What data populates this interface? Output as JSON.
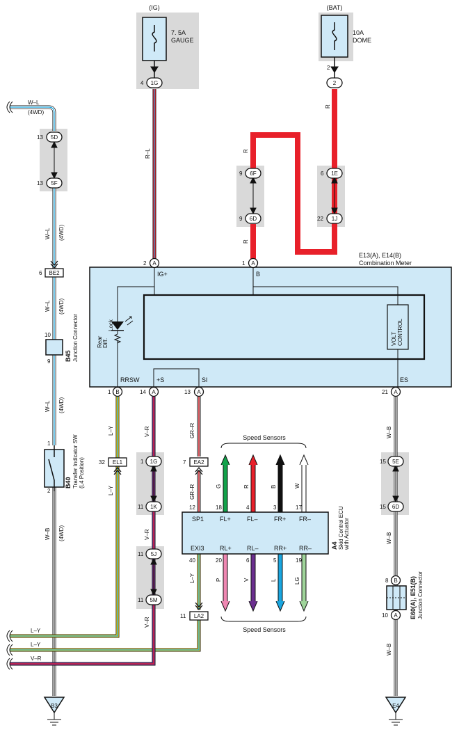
{
  "colors": {
    "red": "#e8202a",
    "blue": "#19a6e0",
    "light_blue_fill": "#cfe9f7",
    "yellow": "#f4d21c",
    "purple": "#6b2f8f",
    "pink": "#ef87b2",
    "green": "#12a24a",
    "lg": "#9fd49a",
    "gray_box": "#d9d9d9"
  },
  "power": {
    "ig": "(IG)",
    "bat": "(BAT)",
    "fuse_ig_line1": "7. 5A",
    "fuse_ig_line2": "GAUGE",
    "fuse_bat_line1": "10A",
    "fuse_bat_line2": "DOME"
  },
  "meter": {
    "title": "E13(A), E14(B)",
    "subtitle": "Combination Meter",
    "pin_ig": "IG+",
    "pin_b": "B",
    "pin_rrsw": "RRSW",
    "pin_s": "+S",
    "pin_si": "SI",
    "pin_es": "ES",
    "lamp_line1": "Rear",
    "lamp_line2": "Diff.",
    "lamp_line3": "Lock",
    "volt_line1": "VOLT",
    "volt_line2": "CONTROL"
  },
  "ecu": {
    "id": "A4",
    "name_line1": "Skid Control ECU",
    "name_line2": "with Actuator",
    "sensors_top": "Speed Sensors",
    "sensors_bottom": "Speed Sensors",
    "pin_sp1": "SP1",
    "pin_exi3": "EXI3",
    "pin_flp": "FL+",
    "pin_flm": "FL–",
    "pin_frp": "FR+",
    "pin_frm": "FR–",
    "pin_rlp": "RL+",
    "pin_rlm": "RL–",
    "pin_rrp": "RR+",
    "pin_rrm": "RR–",
    "n12": "12",
    "n18": "18",
    "n4": "4",
    "n3": "3",
    "n17": "17",
    "n40": "40",
    "n20": "20",
    "n6": "6",
    "n5": "5",
    "n19": "19",
    "w_g": "G",
    "w_r": "R",
    "w_b": "B",
    "w_w": "W",
    "w_p": "P",
    "w_v": "V",
    "w_l": "L",
    "w_lg": "LG"
  },
  "connectors": {
    "c1g_top": "1G",
    "c2": "2",
    "c5d": "5D",
    "c5f": "5F",
    "c6f": "6F",
    "c6d": "6D",
    "c1e": "1E",
    "c1j": "1J",
    "be2": "BE2",
    "a": "A",
    "b": "B",
    "el1": "EL1",
    "c1g": "1G",
    "c1k": "1K",
    "c5j": "5J",
    "c5m": "5M",
    "ea2": "EA2",
    "la2": "LA2",
    "c5e": "5E",
    "c6d_right": "6D",
    "b3": "B3",
    "e4": "E4"
  },
  "pins": {
    "p4": "4",
    "p2": "2",
    "p13a": "13",
    "p13b": "13",
    "p9a": "9",
    "p9b": "9",
    "p6": "6",
    "p22": "22",
    "p6be2": "6",
    "p2a": "2",
    "p1a": "1",
    "p10": "10",
    "p9j": "9",
    "p1sw": "1",
    "p2sw": "2",
    "p1b": "1",
    "p14a": "14",
    "p13si": "13",
    "p21a": "21",
    "p32": "32",
    "p1g": "1",
    "p11k": "11",
    "p11j": "11",
    "p11m": "11",
    "p7": "7",
    "p11la": "11",
    "p15e": "15",
    "p15d": "15",
    "p8b": "8",
    "p10a": "10"
  },
  "wires": {
    "wl": "W–L",
    "fwd": "(4WD)",
    "rl": "R–L",
    "r": "R",
    "wb": "W–B",
    "ly": "L–Y",
    "vr": "V–R",
    "grr": "GR–R"
  },
  "components": {
    "b45_id": "B45",
    "b45_name": "Junction Connector",
    "b40_id": "B40",
    "b40_line1": "Transfer Indicator SW",
    "b40_line2": "(L4 Position)",
    "e60_id": "E60(A), E51(B)",
    "e60_name": "Junction Connector"
  }
}
